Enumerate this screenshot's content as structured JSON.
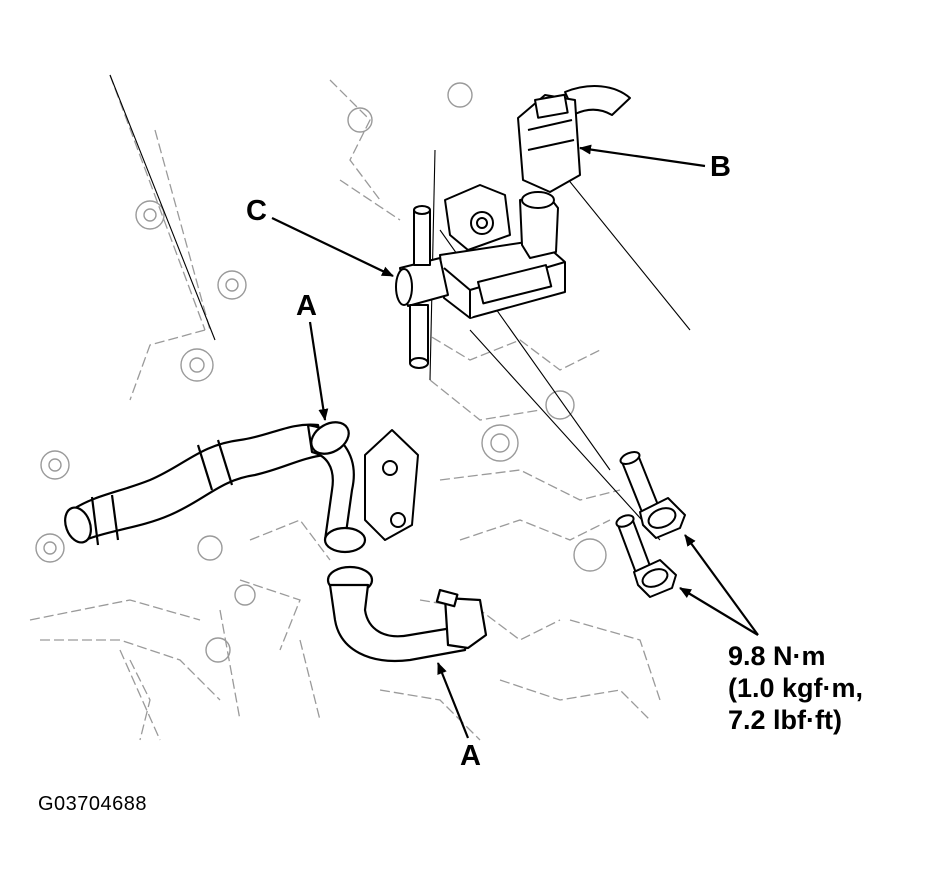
{
  "diagram": {
    "callouts": {
      "a_upper": "A",
      "a_lower": "A",
      "b": "B",
      "c": "C"
    },
    "torque_spec": {
      "line1": "9.8 N·m",
      "line2": "(1.0 kgf·m,",
      "line3": "7.2 lbf·ft)"
    },
    "figure_code": "G03704688",
    "colors": {
      "line": "#000000",
      "background": "#ffffff",
      "ghost": "#9a9a9a"
    }
  }
}
